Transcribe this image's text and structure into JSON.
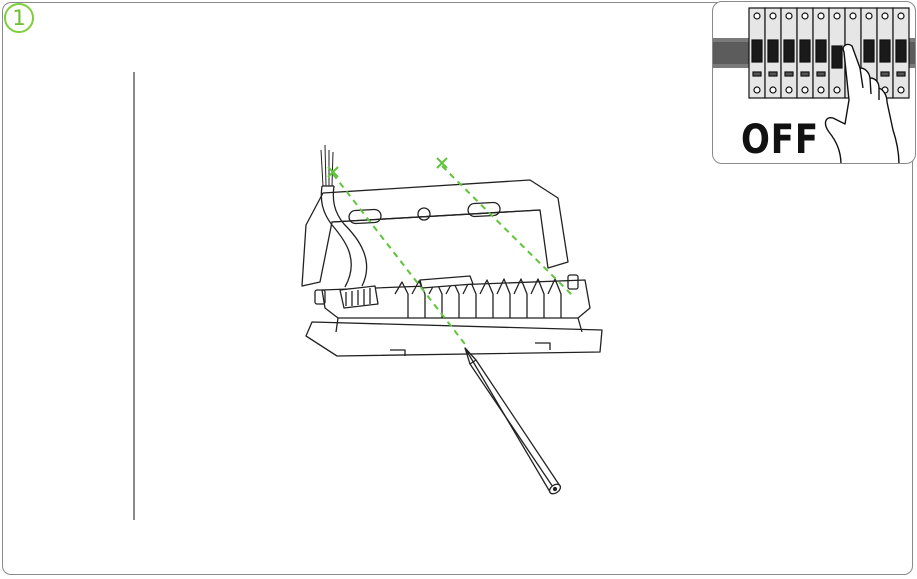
{
  "step": {
    "number": "1"
  },
  "inset": {
    "switch_state": "OFF"
  },
  "colors": {
    "accent_green": "#7ccf3a",
    "frame_gray": "#8a8a8a",
    "drill_line_green": "#5ec43a",
    "ink": "#111111"
  },
  "icons": [
    "step-number-badge",
    "floodlight-housing",
    "pencil-icon",
    "drill-mark-icon",
    "circuit-breaker-icon",
    "hand-icon"
  ]
}
